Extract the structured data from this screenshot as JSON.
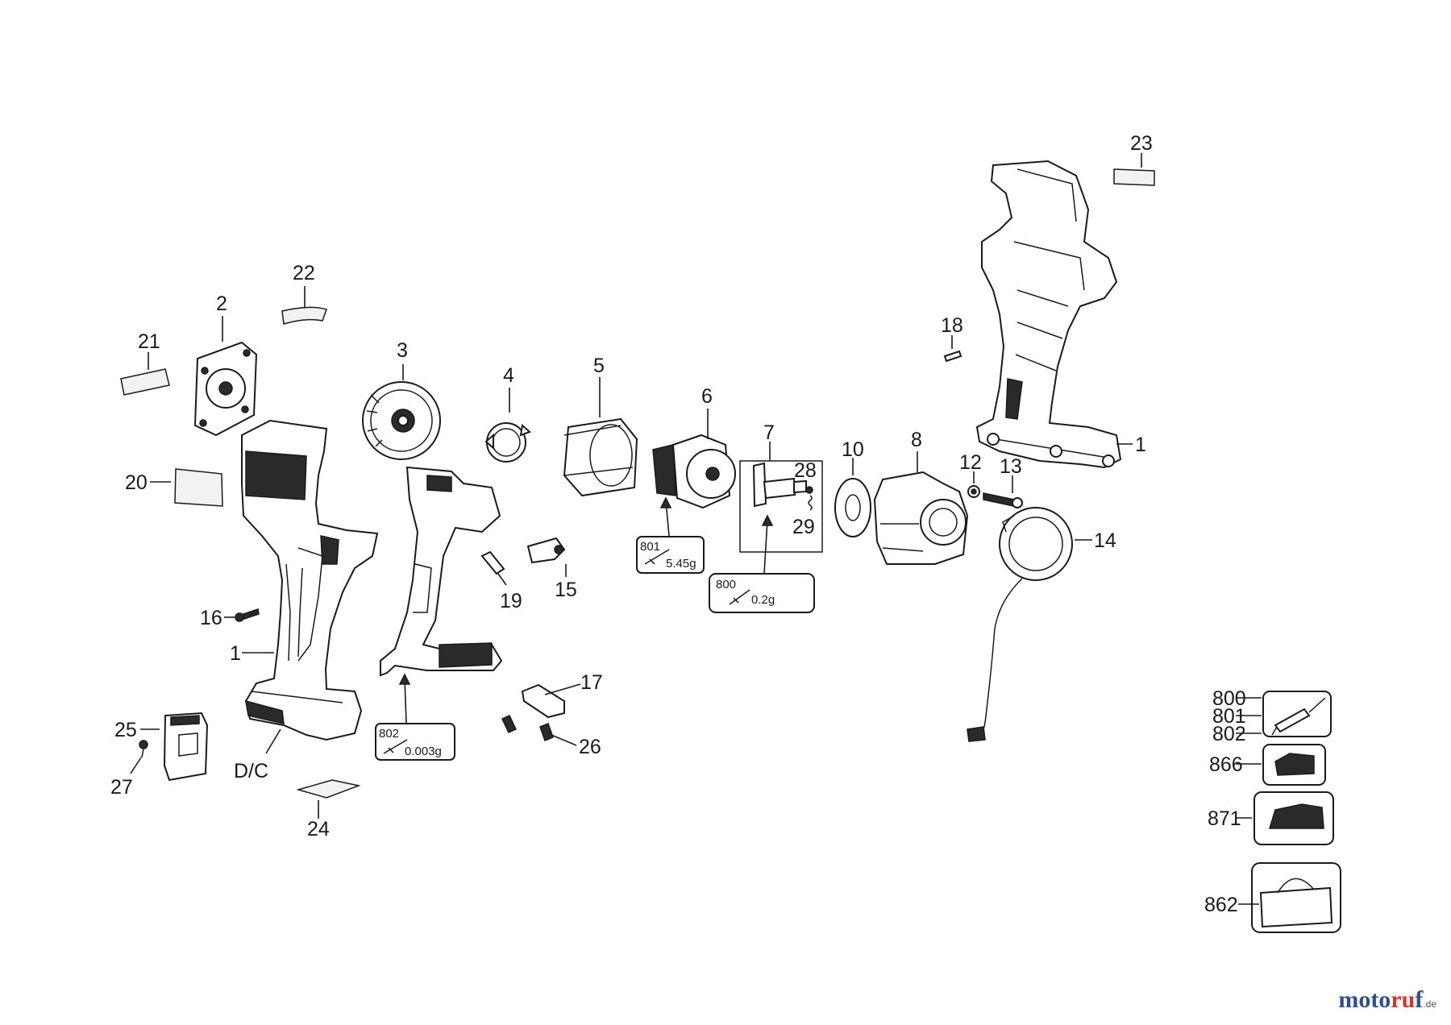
{
  "callouts": {
    "c1a": "1",
    "c1b": "1",
    "c2": "2",
    "c3": "3",
    "c4": "4",
    "c5": "5",
    "c6": "6",
    "c7": "7",
    "c8": "8",
    "c10": "10",
    "c12": "12",
    "c13": "13",
    "c14": "14",
    "c15": "15",
    "c16": "16",
    "c17": "17",
    "c18": "18",
    "c19": "19",
    "c20": "20",
    "c21": "21",
    "c22": "22",
    "c23": "23",
    "c24": "24",
    "c25": "25",
    "c26": "26",
    "c27": "27",
    "c28": "28",
    "c29": "29",
    "dc": "D/C",
    "c800": "800",
    "c801": "801",
    "c802": "802",
    "c866": "866",
    "c871": "871",
    "c862": "862"
  },
  "grease_boxes": {
    "g801": {
      "code": "801",
      "amount": "5.45g"
    },
    "g800": {
      "code": "800",
      "amount": "0.2g"
    },
    "g802": {
      "code": "802",
      "amount": "0.003g"
    }
  },
  "watermark": {
    "a": "moto",
    "b": "ru",
    "c": "f",
    "d": ".de"
  }
}
